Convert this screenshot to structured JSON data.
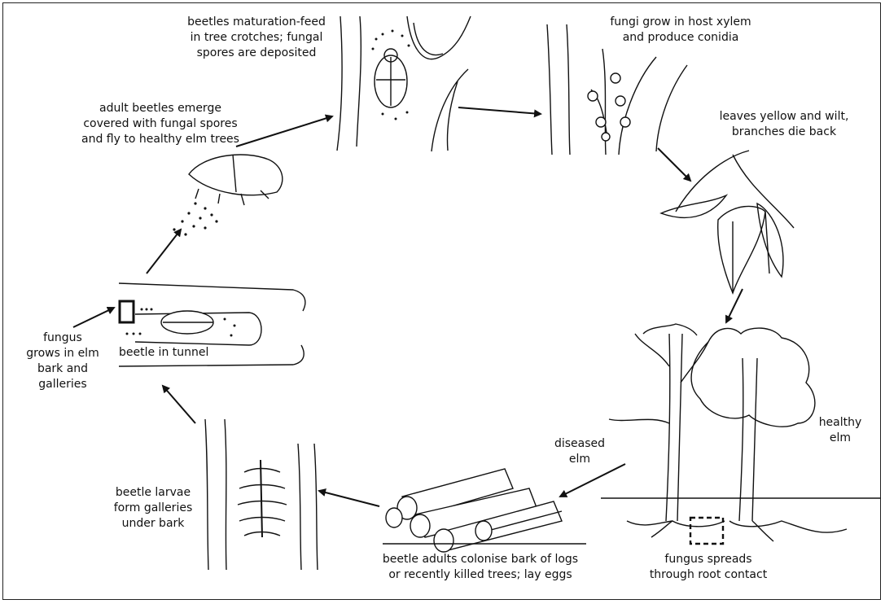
{
  "diagram": {
    "stages": {
      "maturation_feed": [
        "beetles maturation-feed",
        "in tree crotches; fungal",
        "spores are deposited"
      ],
      "fungi_grow": [
        "fungi grow in host xylem",
        "and produce conidia"
      ],
      "leaves_wilt": [
        "leaves yellow and wilt,",
        "branches die back"
      ],
      "adult_emerge": [
        "adult beetles emerge",
        "covered with fungal spores",
        "and fly to healthy elm trees"
      ],
      "fungus_bark": [
        "fungus",
        "grows in elm",
        "bark and",
        "galleries"
      ],
      "beetle_tunnel": [
        "beetle in tunnel"
      ],
      "larvae_galleries": [
        "beetle larvae",
        "form galleries",
        "under bark"
      ],
      "colonise_logs": [
        "beetle adults colonise bark of logs",
        "or recently killed trees; lay eggs"
      ],
      "root_contact": [
        "fungus spreads",
        "through root contact"
      ],
      "diseased_elm": [
        "diseased",
        "elm"
      ],
      "healthy_elm": [
        "healthy",
        "elm"
      ]
    },
    "colors": {
      "ink": "#111111",
      "background": "#ffffff"
    }
  }
}
